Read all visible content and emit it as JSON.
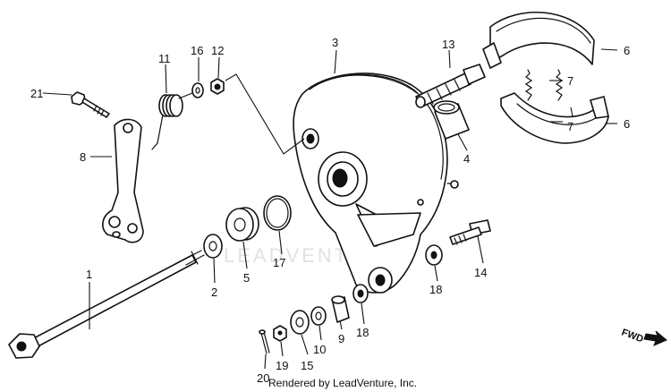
{
  "watermark": "LEADVENTURE",
  "credit": "Rendered by LeadVenture, Inc.",
  "direction_label": "FWD",
  "callouts": {
    "c1": "1",
    "c2": "2",
    "c3": "3",
    "c4": "4",
    "c5": "5",
    "c6a": "6",
    "c6b": "6",
    "c7a": "7",
    "c7b": "7",
    "c8": "8",
    "c9": "9",
    "c10": "10",
    "c11": "11",
    "c12": "12",
    "c13": "13",
    "c14": "14",
    "c15": "15",
    "c16": "16",
    "c17": "17",
    "c18a": "18",
    "c18b": "18",
    "c19": "19",
    "c20": "20",
    "c21": "21"
  }
}
